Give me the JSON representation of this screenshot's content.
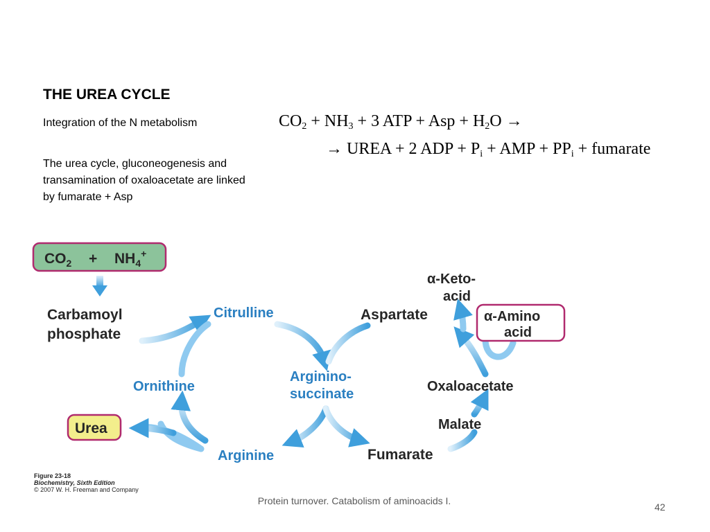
{
  "slide": {
    "title": "THE UREA CYCLE",
    "subtitle": "Integration of the N metabolism",
    "paragraph": "The urea cycle, gluconeogenesis and transamination of oxaloacetate are linked by fumarate + Asp",
    "equation_line1": {
      "co": "CO",
      "co_sub": "2",
      "plus_nh": " + NH",
      "nh_sub": "3",
      "atp_asp_h": " +  3 ATP  + Asp + H",
      "h_sub": "2",
      "o_arrow": "O →"
    },
    "equation_line2": {
      "urea_p": "→ UREA  + 2 ADP + P",
      "p_sub": "i",
      "amp_pp": " + AMP + PP",
      "pp_sub": "i",
      "fumarate": " + fumarate"
    },
    "footer": "Protein turnover. Catabolism of aminoacids I.",
    "page_number": "42"
  },
  "diagram": {
    "start_box": {
      "co2": "CO",
      "co2_sub": "2",
      "plus": "+",
      "nh4": "NH",
      "nh4_sub": "4",
      "nh4_sup": "+"
    },
    "carbamoyl_line1": "Carbamoyl",
    "carbamoyl_line2": "phosphate",
    "citrulline": "Citrulline",
    "ornithine": "Ornithine",
    "urea": "Urea",
    "arginine": "Arginine",
    "argininosuccinate_line1": "Arginino-",
    "argininosuccinate_line2": "succinate",
    "aspartate": "Aspartate",
    "fumarate": "Fumarate",
    "malate": "Malate",
    "oxaloacetate": "Oxaloacetate",
    "keto_acid_line1": "α-Keto-",
    "keto_acid_line2": "acid",
    "amino_acid_line1": "α-Amino",
    "amino_acid_line2": "acid",
    "figure_label": "Figure 23-18",
    "figure_book": "Biochemistry, Sixth Edition",
    "figure_copyright": "© 2007 W. H. Freeman and Company"
  },
  "colors": {
    "arrow": "#4aa6e0",
    "arrow_light": "#cfe8f8",
    "label_blue": "#2a7fc1",
    "box_green": "#8cc39b",
    "box_yellow": "#f3ee8c",
    "box_border": "#b02a6e"
  }
}
